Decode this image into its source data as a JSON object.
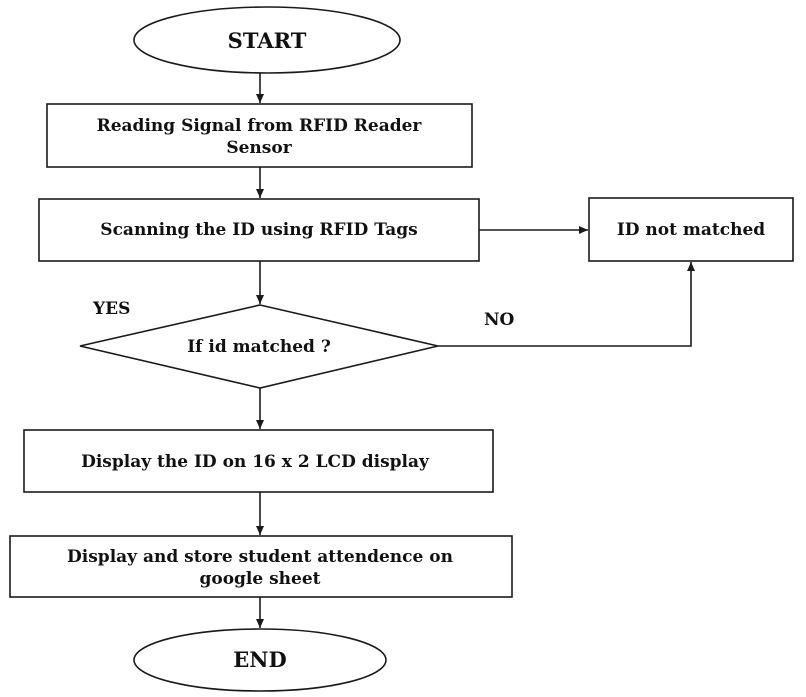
{
  "diagram": {
    "nodes": {
      "start": {
        "label": "START"
      },
      "read_signal": {
        "line1": "Reading Signal from RFID Reader",
        "line2": "Sensor"
      },
      "scan_id": {
        "label": "Scanning the ID using RFID Tags"
      },
      "not_matched": {
        "label": "ID not matched"
      },
      "decision": {
        "label": "If  id matched ?"
      },
      "display_lcd": {
        "label": "Display the ID on 16 x 2 LCD display"
      },
      "store_sheet": {
        "line1": "Display and store student attendence on",
        "line2": "google sheet"
      },
      "end": {
        "label": "END"
      }
    },
    "branch_labels": {
      "yes": "YES",
      "no": "NO"
    },
    "colors": {
      "stroke": "#1a1a1a",
      "text": "#111111",
      "background": "#ffffff"
    }
  }
}
